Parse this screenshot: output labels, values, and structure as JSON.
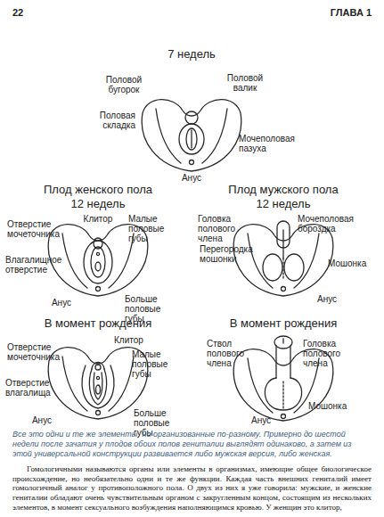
{
  "diagram": {
    "caption": "Все это одни и те же элементы, но организованные по-разному. Примерно до шестой недели после зачатия у плодов обоих полов гениталии выглядят одинаково, а затем из этой универсальной конструкции развивается либо мужская версия, либо женская.",
    "labels": [
      "22",
      "ГЛАВА 1",
      "7 недель",
      "Половой бугорок",
      "Половой валик",
      "Половая складка",
      "Мочеполовая пазуха",
      "Анус",
      "Плод женского пола",
      "12 недель",
      "Плод мужского пола",
      "12 недель",
      "Отверстие мочеточника",
      "Клитор",
      "Малые половые губы",
      "Влагалищное отверстие",
      "Анус",
      "Больше половые губы",
      "Головка полового члена",
      "Мочеполовая бороздка",
      "Перегородка мошонки",
      "Мошонка",
      "Анус",
      "В момент рождения",
      "В момент рождения",
      "Отверстие мочеточника",
      "Клитор",
      "Малые половые губы",
      "Отверстие влагалища",
      "Анус",
      "Больше половые губы",
      "Ствол полового члена",
      "Головка полового члена",
      "Анус",
      "Мошонка",
      "Гомологичными называются органы или элементы в организмах, имеющие общее биологическое происхождение, но необязательно одни и те же функции. Каждая часть внешних гениталий имеет гомологичный аналог у противоположного пола. О двух из них я уже говорила: мужские, и женские гениталии обладают очень чувствительным органом с закругленным концом, состоящим из нескольких элементов, в момент сексуального возбуждения наполняющимся кровью. У женщин это клитор,"
    ]
  }
}
